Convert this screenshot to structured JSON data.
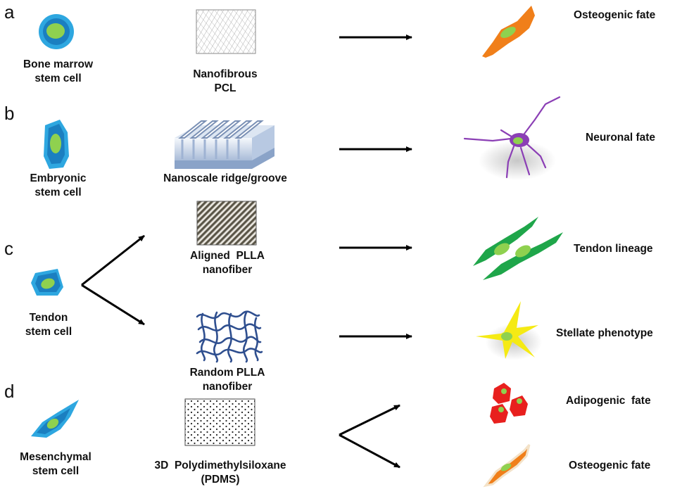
{
  "panels": {
    "a": {
      "letter": "a",
      "cell_line1": "Bone marrow",
      "cell_line2": "stem cell",
      "substrate_line1": "Nanofibrous",
      "substrate_line2": "PCL",
      "fate": "Osteogenic fate"
    },
    "b": {
      "letter": "b",
      "cell_line1": "Embryonic",
      "cell_line2": "stem cell",
      "substrate": "Nanoscale ridge/groove",
      "fate": "Neuronal fate"
    },
    "c": {
      "letter": "c",
      "cell_line1": "Tendon",
      "cell_line2": "stem cell",
      "substrate1_line1": "Aligned  PLLA",
      "substrate1_line2": "nanofiber",
      "fate1": "Tendon lineage",
      "substrate2_line1": "Random PLLA",
      "substrate2_line2": "nanofiber",
      "fate2": "Stellate phenotype"
    },
    "d": {
      "letter": "d",
      "cell_line1": "Mesenchymal",
      "cell_line2": "stem cell",
      "substrate_line1": "3D  Polydimethylsiloxane",
      "substrate_line2": "(PDMS)",
      "fate1": "Adipogenic  fate",
      "fate2": "Osteogenic fate"
    }
  },
  "colors": {
    "stem_outer": "#2ea7e0",
    "stem_nucleus": "#8fd14f",
    "osteogenic": "#f07f1a",
    "neuronal": "#8b3fb5",
    "tendon": "#1fa64a",
    "stellate": "#f5ea14",
    "adipogenic": "#e8201e",
    "random_fiber": "#2f4f8f"
  }
}
